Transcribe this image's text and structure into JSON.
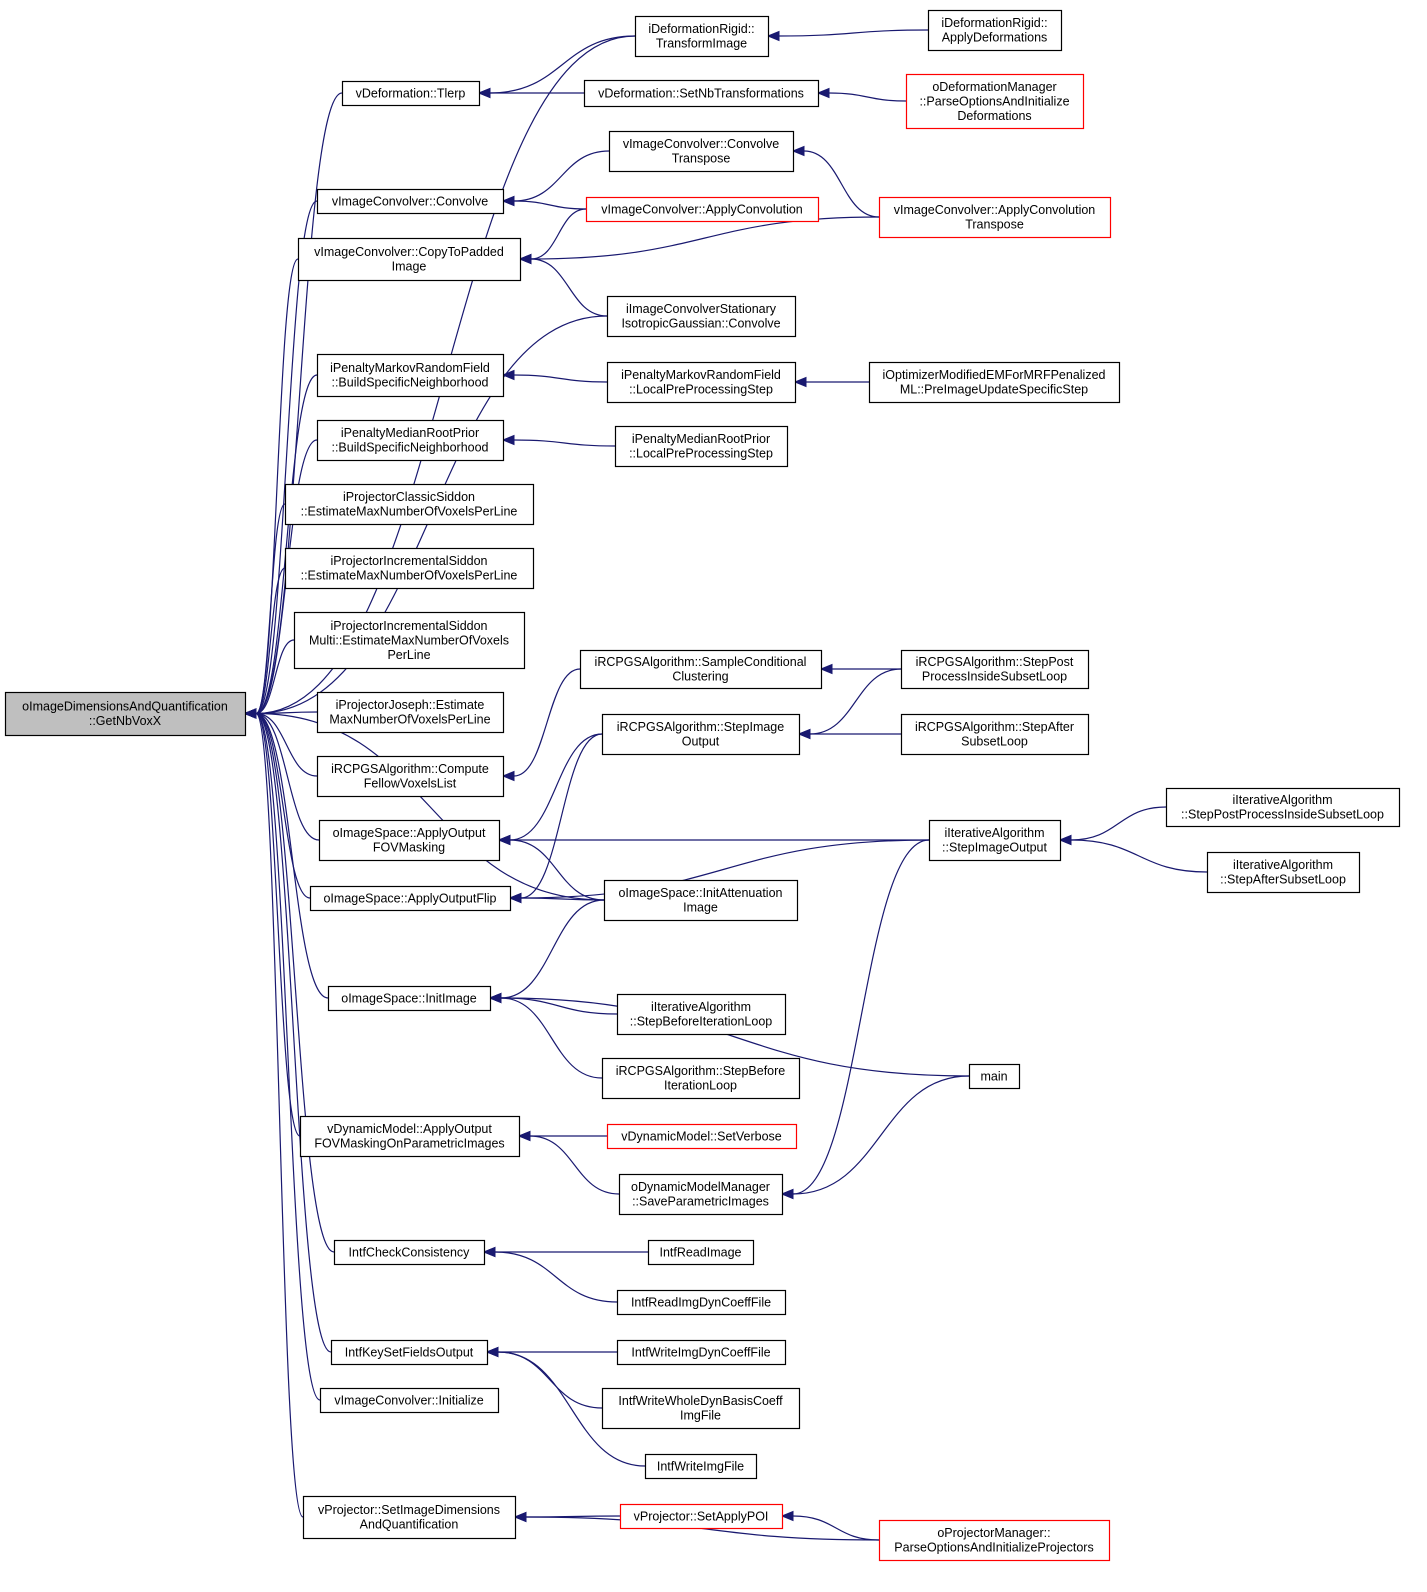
{
  "colors": {
    "edge": "#191970",
    "node_border": "#000000",
    "truncated_node_border": "#ff0000",
    "root_fill": "#bfbfbf"
  },
  "nodes": [
    {
      "id": "root",
      "lines": [
        "oImageDimensionsAndQuantification",
        "::GetNbVoxX"
      ],
      "style": "root"
    },
    {
      "id": "tlerp",
      "lines": [
        "vDeformation::Tlerp"
      ]
    },
    {
      "id": "transformImage",
      "lines": [
        "iDeformationRigid::",
        "TransformImage"
      ]
    },
    {
      "id": "applyDeformations",
      "lines": [
        "iDeformationRigid::",
        "ApplyDeformations"
      ]
    },
    {
      "id": "setNbTransf",
      "lines": [
        "vDeformation::SetNbTransformations"
      ]
    },
    {
      "id": "oDefMgr",
      "lines": [
        "oDeformationManager",
        "::ParseOptionsAndInitialize",
        "Deformations"
      ],
      "style": "red"
    },
    {
      "id": "convolve",
      "lines": [
        "vImageConvolver::Convolve"
      ]
    },
    {
      "id": "convolveT",
      "lines": [
        "vImageConvolver::Convolve",
        "Transpose"
      ]
    },
    {
      "id": "applyConv",
      "lines": [
        "vImageConvolver::ApplyConvolution"
      ],
      "style": "red"
    },
    {
      "id": "applyConvT",
      "lines": [
        "vImageConvolver::ApplyConvolution",
        "Transpose"
      ],
      "style": "red"
    },
    {
      "id": "copyPadded",
      "lines": [
        "vImageConvolver::CopyToPadded",
        "Image"
      ]
    },
    {
      "id": "stationary",
      "lines": [
        "iImageConvolverStationary",
        "IsotropicGaussian::Convolve"
      ]
    },
    {
      "id": "mrfNeighbor",
      "lines": [
        "iPenaltyMarkovRandomField",
        "::BuildSpecificNeighborhood"
      ]
    },
    {
      "id": "mrfLocal",
      "lines": [
        "iPenaltyMarkovRandomField",
        "::LocalPreProcessingStep"
      ]
    },
    {
      "id": "optMRF",
      "lines": [
        "iOptimizerModifiedEMForMRFPenalized",
        "ML::PreImageUpdateSpecificStep"
      ]
    },
    {
      "id": "mrpNeighbor",
      "lines": [
        "iPenaltyMedianRootPrior",
        "::BuildSpecificNeighborhood"
      ]
    },
    {
      "id": "mrpLocal",
      "lines": [
        "iPenaltyMedianRootPrior",
        "::LocalPreProcessingStep"
      ]
    },
    {
      "id": "classicSiddon",
      "lines": [
        "iProjectorClassicSiddon",
        "::EstimateMaxNumberOfVoxelsPerLine"
      ]
    },
    {
      "id": "incSiddon",
      "lines": [
        "iProjectorIncrementalSiddon",
        "::EstimateMaxNumberOfVoxelsPerLine"
      ]
    },
    {
      "id": "incSiddonMulti",
      "lines": [
        "iProjectorIncrementalSiddon",
        "Multi::EstimateMaxNumberOfVoxels",
        "PerLine"
      ]
    },
    {
      "id": "joseph",
      "lines": [
        "iProjectorJoseph::Estimate",
        "MaxNumberOfVoxelsPerLine"
      ]
    },
    {
      "id": "rcpgsFellow",
      "lines": [
        "iRCPGSAlgorithm::Compute",
        "FellowVoxelsList"
      ]
    },
    {
      "id": "rcpgsSample",
      "lines": [
        "iRCPGSAlgorithm::SampleConditional",
        "Clustering"
      ]
    },
    {
      "id": "rcpgsStepPost",
      "lines": [
        "iRCPGSAlgorithm::StepPost",
        "ProcessInsideSubsetLoop"
      ]
    },
    {
      "id": "rcpgsStepImage",
      "lines": [
        "iRCPGSAlgorithm::StepImage",
        "Output"
      ]
    },
    {
      "id": "rcpgsStepAfter",
      "lines": [
        "iRCPGSAlgorithm::StepAfter",
        "SubsetLoop"
      ]
    },
    {
      "id": "fovMasking",
      "lines": [
        "oImageSpace::ApplyOutput",
        "FOVMasking"
      ]
    },
    {
      "id": "iterStepImage",
      "lines": [
        "iIterativeAlgorithm",
        "::StepImageOutput"
      ]
    },
    {
      "id": "iterStepPost",
      "lines": [
        "iIterativeAlgorithm",
        "::StepPostProcessInsideSubsetLoop"
      ]
    },
    {
      "id": "iterStepAfter",
      "lines": [
        "iIterativeAlgorithm",
        "::StepAfterSubsetLoop"
      ]
    },
    {
      "id": "outputFlip",
      "lines": [
        "oImageSpace::ApplyOutputFlip"
      ]
    },
    {
      "id": "initAtten",
      "lines": [
        "oImageSpace::InitAttenuation",
        "Image"
      ]
    },
    {
      "id": "initImage",
      "lines": [
        "oImageSpace::InitImage"
      ]
    },
    {
      "id": "iterStepBefore",
      "lines": [
        "iIterativeAlgorithm",
        "::StepBeforeIterationLoop"
      ]
    },
    {
      "id": "rcpgsStepBefore",
      "lines": [
        "iRCPGSAlgorithm::StepBefore",
        "IterationLoop"
      ]
    },
    {
      "id": "main",
      "lines": [
        "main"
      ]
    },
    {
      "id": "dynFOV",
      "lines": [
        "vDynamicModel::ApplyOutput",
        "FOVMaskingOnParametricImages"
      ]
    },
    {
      "id": "dynSetVerbose",
      "lines": [
        "vDynamicModel::SetVerbose"
      ],
      "style": "red"
    },
    {
      "id": "dynMgrSave",
      "lines": [
        "oDynamicModelManager",
        "::SaveParametricImages"
      ]
    },
    {
      "id": "checkConsistency",
      "lines": [
        "IntfCheckConsistency"
      ]
    },
    {
      "id": "readImage",
      "lines": [
        "IntfReadImage"
      ]
    },
    {
      "id": "readImgDyn",
      "lines": [
        "IntfReadImgDynCoeffFile"
      ]
    },
    {
      "id": "keySetFields",
      "lines": [
        "IntfKeySetFieldsOutput"
      ]
    },
    {
      "id": "writeImgDyn",
      "lines": [
        "IntfWriteImgDynCoeffFile"
      ]
    },
    {
      "id": "writeWholeDyn",
      "lines": [
        "IntfWriteWholeDynBasisCoeff",
        "ImgFile"
      ]
    },
    {
      "id": "writeImgFile",
      "lines": [
        "IntfWriteImgFile"
      ]
    },
    {
      "id": "convInit",
      "lines": [
        "vImageConvolver::Initialize"
      ]
    },
    {
      "id": "setImageDims",
      "lines": [
        "vProjector::SetImageDimensions",
        "AndQuantification"
      ]
    },
    {
      "id": "setApplyPOI",
      "lines": [
        "vProjector::SetApplyPOI"
      ],
      "style": "red"
    },
    {
      "id": "projMgr",
      "lines": [
        "oProjectorManager::",
        "ParseOptionsAndInitializeProjectors"
      ],
      "style": "red"
    }
  ],
  "edges": [
    [
      "transformImage",
      "root"
    ],
    [
      "tlerp",
      "root"
    ],
    [
      "convolve",
      "root"
    ],
    [
      "copyPadded",
      "root"
    ],
    [
      "stationary",
      "root"
    ],
    [
      "mrfNeighbor",
      "root"
    ],
    [
      "mrpNeighbor",
      "root"
    ],
    [
      "classicSiddon",
      "root"
    ],
    [
      "incSiddon",
      "root"
    ],
    [
      "incSiddonMulti",
      "root"
    ],
    [
      "joseph",
      "root"
    ],
    [
      "rcpgsFellow",
      "root"
    ],
    [
      "fovMasking",
      "root"
    ],
    [
      "outputFlip",
      "root"
    ],
    [
      "initAtten",
      "root"
    ],
    [
      "initImage",
      "root"
    ],
    [
      "dynFOV",
      "root"
    ],
    [
      "checkConsistency",
      "root"
    ],
    [
      "keySetFields",
      "root"
    ],
    [
      "convInit",
      "root"
    ],
    [
      "setImageDims",
      "root"
    ],
    [
      "transformImage",
      "tlerp"
    ],
    [
      "setNbTransf",
      "tlerp"
    ],
    [
      "applyDeformations",
      "transformImage"
    ],
    [
      "oDefMgr",
      "setNbTransf"
    ],
    [
      "convolveT",
      "convolve"
    ],
    [
      "applyConv",
      "convolve"
    ],
    [
      "applyConvT",
      "convolveT"
    ],
    [
      "applyConv",
      "copyPadded"
    ],
    [
      "applyConvT",
      "copyPadded"
    ],
    [
      "stationary",
      "copyPadded"
    ],
    [
      "mrfLocal",
      "mrfNeighbor"
    ],
    [
      "optMRF",
      "mrfLocal"
    ],
    [
      "mrpLocal",
      "mrpNeighbor"
    ],
    [
      "rcpgsSample",
      "rcpgsFellow"
    ],
    [
      "rcpgsStepPost",
      "rcpgsSample"
    ],
    [
      "rcpgsStepPost",
      "rcpgsStepImage"
    ],
    [
      "rcpgsStepAfter",
      "rcpgsStepImage"
    ],
    [
      "rcpgsStepImage",
      "fovMasking"
    ],
    [
      "iterStepImage",
      "fovMasking"
    ],
    [
      "initAtten",
      "fovMasking"
    ],
    [
      "rcpgsStepImage",
      "outputFlip"
    ],
    [
      "iterStepImage",
      "outputFlip"
    ],
    [
      "initAtten",
      "outputFlip"
    ],
    [
      "iterStepPost",
      "iterStepImage"
    ],
    [
      "iterStepAfter",
      "iterStepImage"
    ],
    [
      "initAtten",
      "initImage"
    ],
    [
      "main",
      "initImage"
    ],
    [
      "iterStepBefore",
      "initImage"
    ],
    [
      "rcpgsStepBefore",
      "initImage"
    ],
    [
      "dynSetVerbose",
      "dynFOV"
    ],
    [
      "dynMgrSave",
      "dynFOV"
    ],
    [
      "iterStepImage",
      "dynMgrSave"
    ],
    [
      "main",
      "dynMgrSave"
    ],
    [
      "readImage",
      "checkConsistency"
    ],
    [
      "readImgDyn",
      "checkConsistency"
    ],
    [
      "writeImgDyn",
      "keySetFields"
    ],
    [
      "writeWholeDyn",
      "keySetFields"
    ],
    [
      "writeImgFile",
      "keySetFields"
    ],
    [
      "setApplyPOI",
      "setImageDims"
    ],
    [
      "projMgr",
      "setImageDims"
    ],
    [
      "projMgr",
      "setApplyPOI"
    ]
  ]
}
